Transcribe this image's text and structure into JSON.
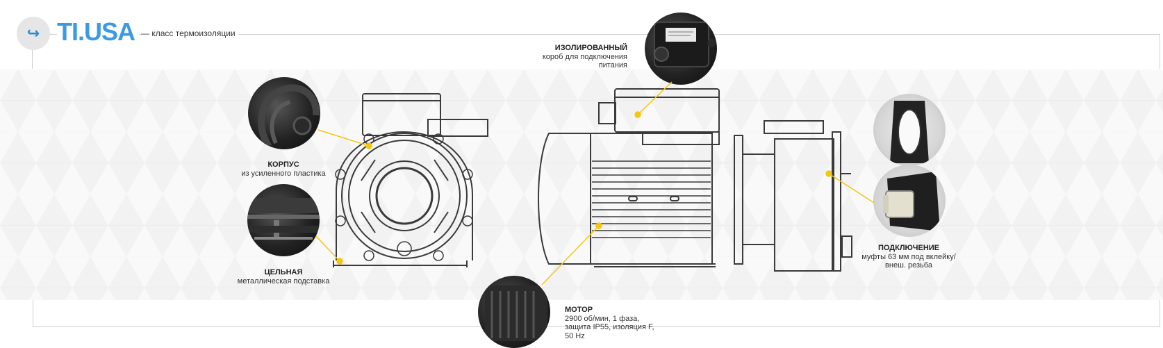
{
  "brand": {
    "logo_text": "TI.USA",
    "subtitle": "— класс термоизоляции",
    "badge_icon": "return-arrow-icon",
    "accent_color": "#3a9ae6"
  },
  "callouts": {
    "housing": {
      "title": "КОРПУС",
      "text": "из усиленного пластика"
    },
    "stand": {
      "title": "ЦЕЛЬНАЯ",
      "text": "металлическая подставка"
    },
    "box": {
      "title": "ИЗОЛИРОВАННЫЙ",
      "line1": "короб для подключения",
      "line2": "питания"
    },
    "connection": {
      "title": "ПОДКЛЮЧЕНИЕ",
      "line1": "муфты 63 мм под вклейку/",
      "line2": "внеш. резьба"
    },
    "motor": {
      "title": "МОТОР",
      "line1": "2900 об/мин, 1 фаза,",
      "line2": "защита IP55, изоляция F,",
      "line3": "50 Hz"
    }
  },
  "colors": {
    "marker": "#f2c811",
    "line_art": "#3a3a3a"
  }
}
